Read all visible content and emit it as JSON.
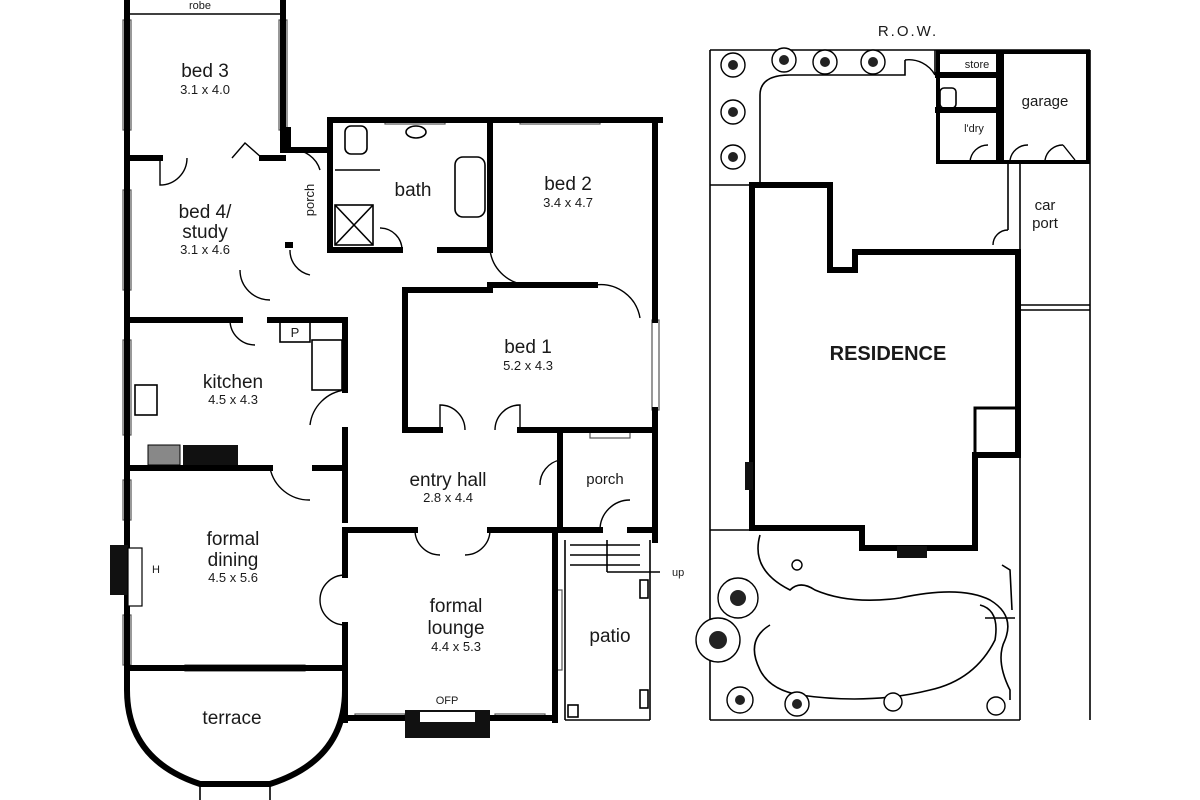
{
  "house": {
    "robe": "robe",
    "bed3": {
      "name": "bed 3",
      "dim": "3.1 x 4.0"
    },
    "bed4": {
      "name1": "bed 4/",
      "name2": "study",
      "dim": "3.1 x 4.6"
    },
    "porch_side": "porch",
    "bath": "bath",
    "bed2": {
      "name": "bed 2",
      "dim": "3.4 x 4.7"
    },
    "bed1": {
      "name": "bed 1",
      "dim": "5.2 x 4.3"
    },
    "pantry": "P",
    "kitchen": {
      "name": "kitchen",
      "dim": "4.5 x 4.3"
    },
    "entry": {
      "name": "entry hall",
      "dim": "2.8 x 4.4"
    },
    "porch_front": "porch",
    "dining": {
      "name1": "formal",
      "name2": "dining",
      "dim": "4.5 x 5.6"
    },
    "hearth": "H",
    "lounge": {
      "name1": "formal",
      "name2": "lounge",
      "dim": "4.4 x 5.3"
    },
    "ofp": "OFP",
    "patio": "patio",
    "up": "up",
    "terrace": "terrace"
  },
  "site": {
    "row": "R.O.W.",
    "store": "store",
    "ldry": "l'dry",
    "garage": "garage",
    "carport1": "car",
    "carport2": "port",
    "residence": "RESIDENCE"
  }
}
